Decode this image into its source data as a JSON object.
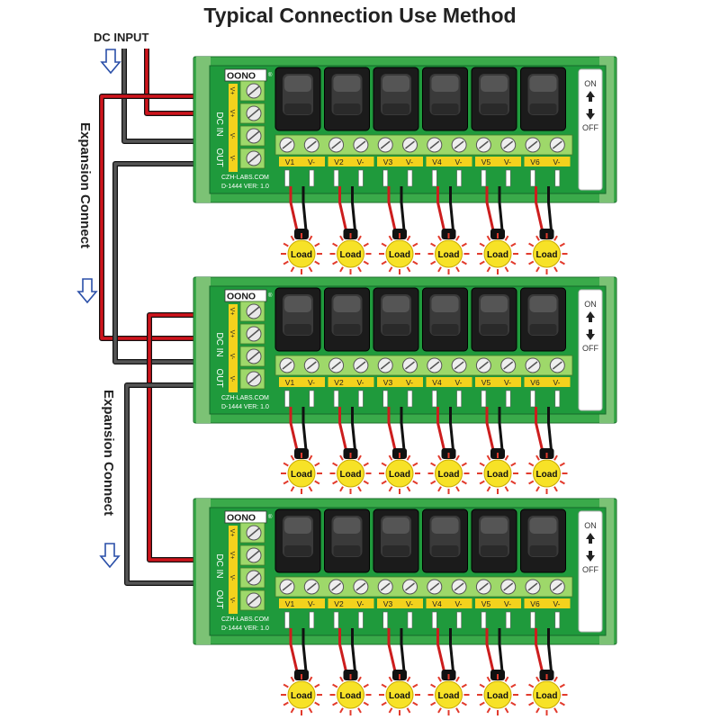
{
  "title": "Typical Connection Use Method",
  "dc_input": "DC INPUT",
  "expansion_label": "Expansion Connect",
  "board": {
    "brand": "OONO",
    "registered": "®",
    "company": "CZH-LABS.COM",
    "model": "D-1444  VER: 1.0",
    "left_terms": [
      "V+",
      "V+",
      "V-",
      "V-"
    ],
    "dc_in_label": "DC IN",
    "out_label": "OUT",
    "on_label": "ON",
    "off_label": "OFF",
    "channels": [
      {
        "pos": "V1",
        "neg": "V-"
      },
      {
        "pos": "V2",
        "neg": "V-"
      },
      {
        "pos": "V3",
        "neg": "V-"
      },
      {
        "pos": "V4",
        "neg": "V-"
      },
      {
        "pos": "V5",
        "neg": "V-"
      },
      {
        "pos": "V6",
        "neg": "V-"
      }
    ]
  },
  "load_label": "Load",
  "colors": {
    "board_green": "#1f9a3c",
    "rail_green": "#3aaa4a",
    "terminal_green": "#9ed86a",
    "label_yellow": "#f3d21d",
    "wire_red": "#d0141c",
    "wire_gray": "#555555",
    "load_yellow": "#f7e227",
    "arrow_blue": "#2a4fa8"
  }
}
